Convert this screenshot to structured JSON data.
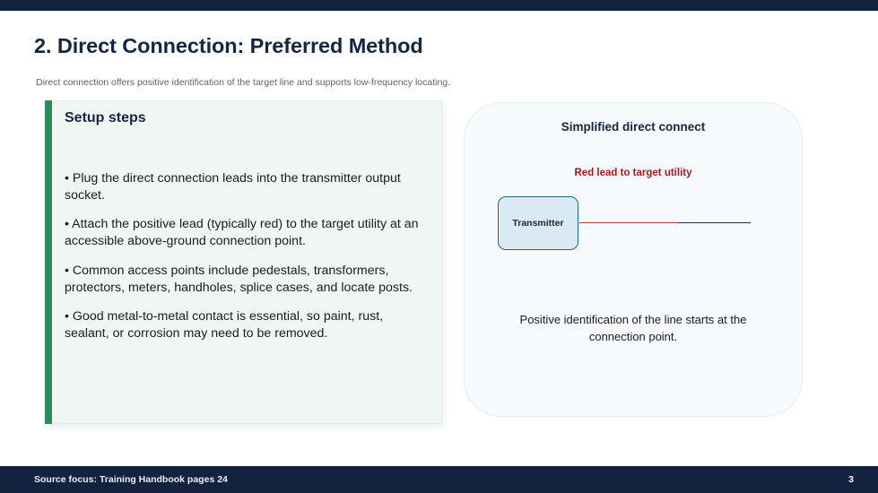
{
  "slide": {
    "title": "2. Direct Connection: Preferred Method",
    "subtitle": "Direct connection offers positive identification of the target line and supports low-frequency locating."
  },
  "left_card": {
    "heading": "Setup steps",
    "accent_color": "#2e8b57",
    "background_color": "#f0f7f3",
    "bullets": [
      "• Plug the direct connection leads into the transmitter output socket.",
      "• Attach the positive lead (typically red) to the target utility at an accessible above-ground connection point.",
      "• Common access points include pedestals, transformers, protectors, meters, handholes, splice cases, and locate posts.",
      "• Good metal-to-metal contact is essential, so paint, rust, sealant, or corrosion may need to be removed."
    ]
  },
  "diagram": {
    "title": "Simplified direct connect",
    "lead_label": "Red lead to target utility",
    "lead_label_color": "#9e1b22",
    "transmitter_label": "Transmitter",
    "transmitter_fill": "#daeaf3",
    "transmitter_border": "#1d6a7c",
    "red_lead_color": "#b03a34",
    "target_line_color": "#1c2c44",
    "caption": "Positive identification of the line starts at the connection point.",
    "panel_background": "#f7fafc"
  },
  "footer": {
    "source": "Source focus: Training Handbook pages 24",
    "page_number": "3",
    "bar_color": "#13233f"
  }
}
